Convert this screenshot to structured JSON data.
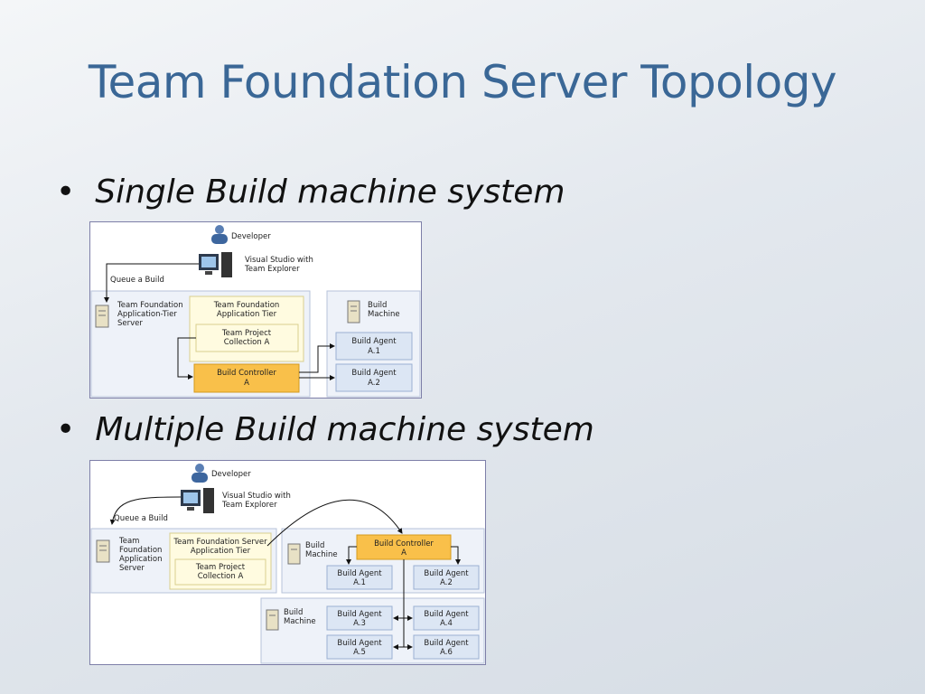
{
  "title": "Team Foundation Server Topology",
  "bullets": [
    {
      "text": "Single Build machine system"
    },
    {
      "text": "Multiple Build machine system"
    }
  ],
  "diagram1": {
    "developer": "Developer",
    "vs_line1": "Visual Studio with",
    "vs_line2": "Team Explorer",
    "queue": "Queue a Build",
    "server_line1": "Team Foundation",
    "server_line2": "Application-Tier",
    "server_line3": "Server",
    "tier_line1": "Team Foundation",
    "tier_line2": "Application Tier",
    "collection_line1": "Team Project",
    "collection_line2": "Collection A",
    "controller_line1": "Build Controller",
    "controller_line2": "A",
    "machine_line1": "Build",
    "machine_line2": "Machine",
    "agent1_line1": "Build Agent",
    "agent1_line2": "A.1",
    "agent2_line1": "Build Agent",
    "agent2_line2": "A.2"
  },
  "diagram2": {
    "developer": "Developer",
    "vs_line1": "Visual Studio with",
    "vs_line2": "Team Explorer",
    "queue": "Queue a Build",
    "server_line1": "Team",
    "server_line2": "Foundation",
    "server_line3": "Application",
    "server_line4": "Server",
    "tier_line1": "Team Foundation Server",
    "tier_line2": "Application Tier",
    "collection_line1": "Team Project",
    "collection_line2": "Collection A",
    "machine1_line1": "Build",
    "machine1_line2": "Machine",
    "controller_line1": "Build Controller",
    "controller_line2": "A",
    "agent1_line1": "Build Agent",
    "agent1_line2": "A.1",
    "agent2_line1": "Build Agent",
    "agent2_line2": "A.2",
    "machine2_line1": "Build",
    "machine2_line2": "Machine",
    "agent3_line1": "Build Agent",
    "agent3_line2": "A.3",
    "agent4_line1": "Build Agent",
    "agent4_line2": "A.4",
    "agent5_line1": "Build Agent",
    "agent5_line2": "A.5",
    "agent6_line1": "Build Agent",
    "agent6_line2": "A.6"
  }
}
